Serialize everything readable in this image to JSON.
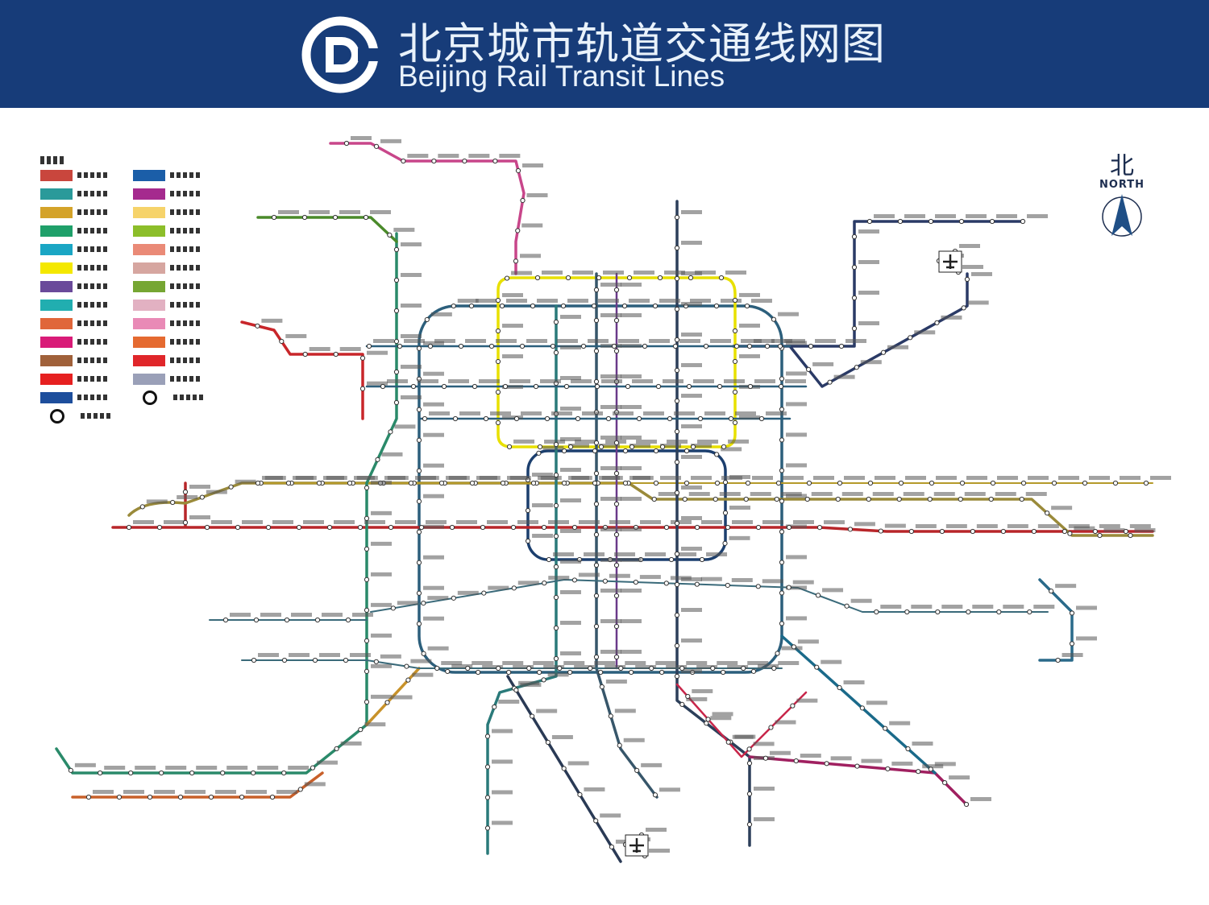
{
  "header": {
    "title_cn": "北京城市轨道交通线网图",
    "title_en": "Beijing Rail Transit Lines",
    "logo_letter": "D"
  },
  "compass": {
    "label_cn": "北",
    "label_en": "NORTH"
  },
  "legend": {
    "colors": [
      "#c9463d",
      "#2a9a9a",
      "#d4a32a",
      "#1fa06a",
      "#1aa6c4",
      "#f4e800",
      "#6a4a9a",
      "#21aeb0",
      "#e0663a",
      "#d91b78",
      "#a0613a",
      "#e62020",
      "#1d4e9c",
      "#1b5ea8",
      "#a52a8e",
      "#f6d36a",
      "#8cbe2a",
      "#ea8a77",
      "#d6a6a0",
      "#76a633",
      "#e2b1c2",
      "#e98ab6",
      "#e56a30",
      "#e0262a",
      "#9aa0b8"
    ]
  },
  "lines": {
    "ring2": "#1c3f6e",
    "ring10": "#2c5f7c",
    "yellow": "#e8e000",
    "line1": "#b8262a",
    "batong": "#c7472e",
    "airport": "#2a3a66",
    "gray": "#4a5a6a"
  }
}
